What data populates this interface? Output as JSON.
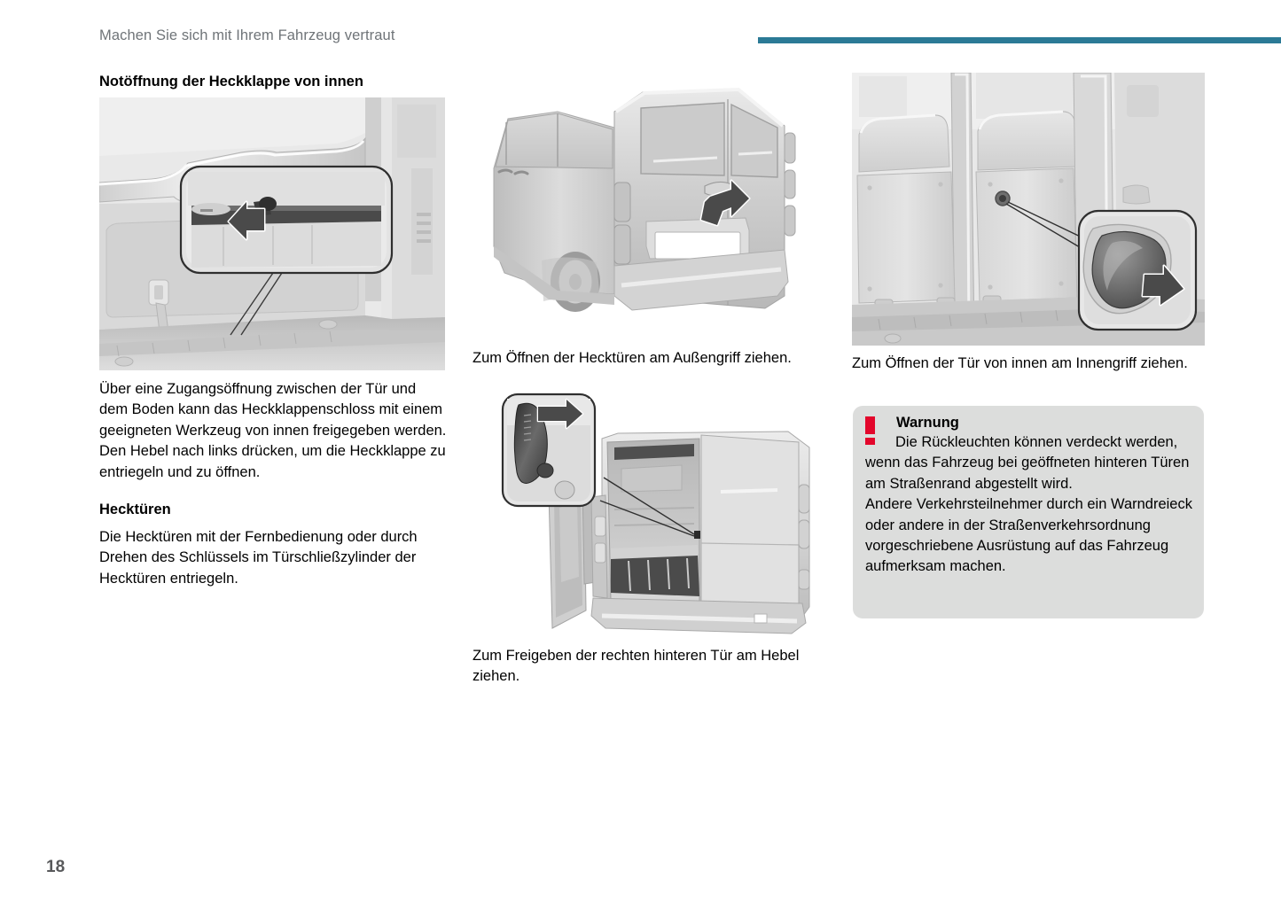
{
  "header": {
    "running_head": "Machen Sie sich mit Ihrem Fahrzeug vertraut",
    "rule_color": "#2b7a96"
  },
  "footer": {
    "page_number": "18"
  },
  "columns": {
    "left": {
      "heading_1": "Notöffnung der Heckklappe von innen",
      "figure_1_caption_below": "Über eine Zugangsöffnung zwischen der Tür und dem Boden kann das Heckklappenschloss mit einem geeigneten Werkzeug von innen freigegeben werden.\nDen Hebel nach links drücken, um die Heckklappe zu entriegeln und zu öffnen.",
      "heading_2": "Hecktüren",
      "paragraph_2": "Die Hecktüren mit der Fernbedienung oder durch Drehen des Schlüssels im Türschließzylinder der Hecktüren entriegeln."
    },
    "middle": {
      "caption_1": "Zum Öffnen der Hecktüren am Außengriff ziehen.",
      "caption_2": "Zum Freigeben der rechten hinteren Tür am Hebel ziehen."
    },
    "right": {
      "caption_1": "Zum Öffnen der Tür von innen am Innengriff ziehen.",
      "warning": {
        "icon": "exclamation-icon",
        "icon_color": "#e3062b",
        "title": "Warnung",
        "text_line_1": "Die Rückleuchten können verdeckt werden, wenn das Fahrzeug bei geöffneten hinteren Türen am Straßenrand abgestellt wird.",
        "text_line_2": "Andere Verkehrsteilnehmer durch ein Warndreieck oder andere in der Straßenverkehrsordnung vorgeschriebene Ausrüstung auf das Fahrzeug aufmerksam machen.",
        "background_color": "#dcdddc"
      }
    }
  },
  "figures": {
    "fig_cargo_latch": "Innenraum-Heckbereich mit Zugangsöffnung und Hebel, Detailkreis mit Pfeil nach links",
    "fig_van_rear_exterior": "Fahrzeug von hinten links, Außengriff der Hecktür mit Pfeil",
    "fig_van_rear_open": "Fahrzeugheck mit geöffneter rechter Hecktür, Detailkreis mit Hebel und Pfeil",
    "fig_interior_handle": "Innenraum mit Innengriff der Hecktür, Detailkreis mit Pfeil"
  }
}
